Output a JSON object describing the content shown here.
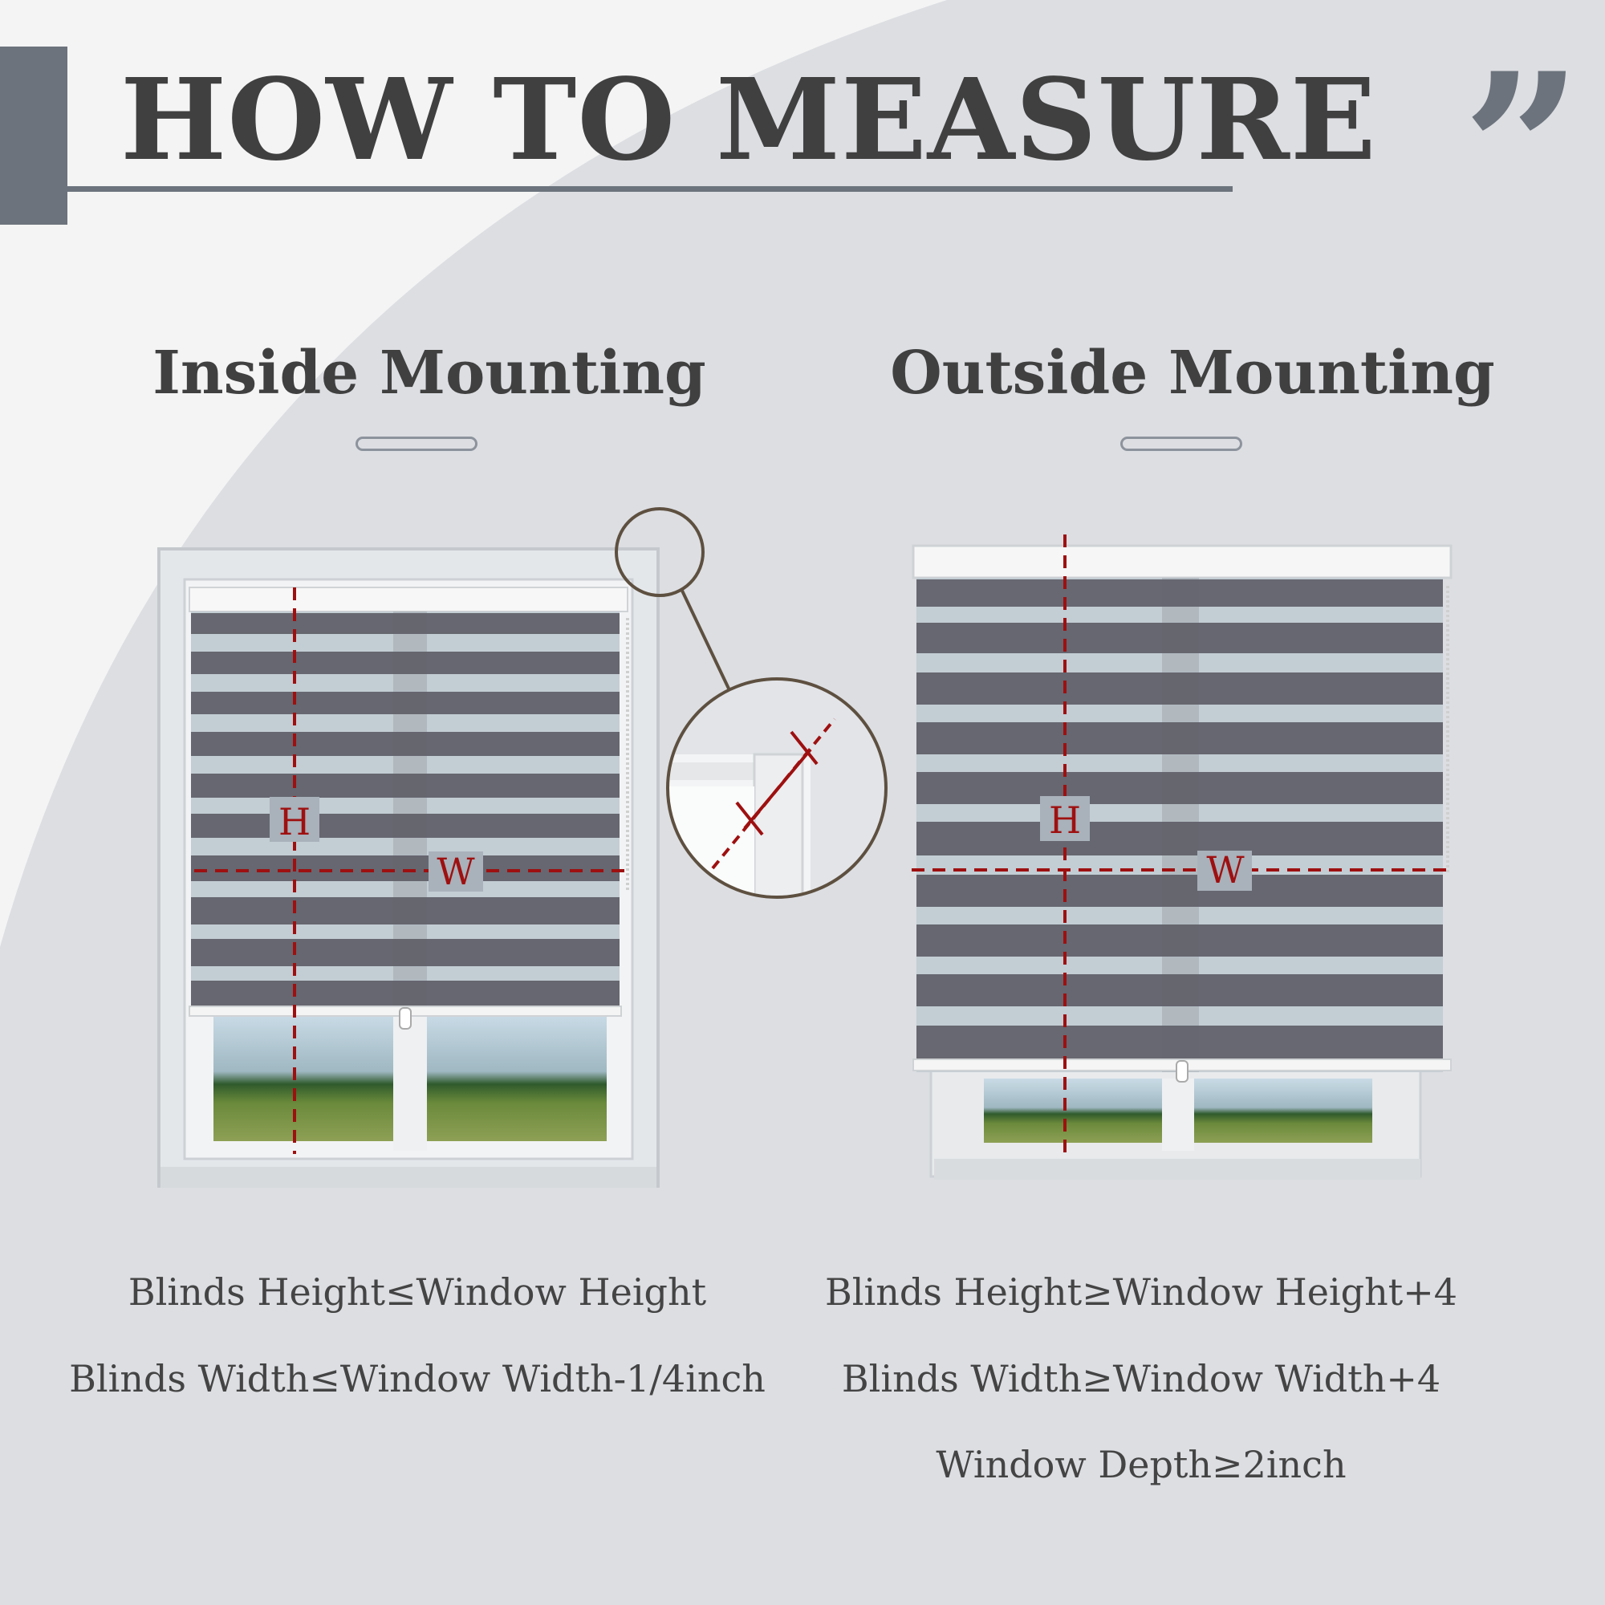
{
  "header": {
    "title": "HOW TO MEASURE",
    "quote_mark": "”"
  },
  "inside": {
    "title": "Inside Mounting",
    "height_label": "H",
    "width_label": "W",
    "formulas": [
      "Blinds Height≤Window Height",
      "Blinds Width≤Window Width-1/4inch"
    ]
  },
  "outside": {
    "title": "Outside Mounting",
    "height_label": "H",
    "width_label": "W",
    "formulas": [
      "Blinds Height≥Window Height+4",
      "Blinds Width≥Window Width+4",
      "Window Depth≥2inch"
    ]
  },
  "colors": {
    "accent": "#6c737c",
    "measure_line": "#9e1010",
    "blind_slat": "#62626b",
    "title_text": "#404040"
  }
}
